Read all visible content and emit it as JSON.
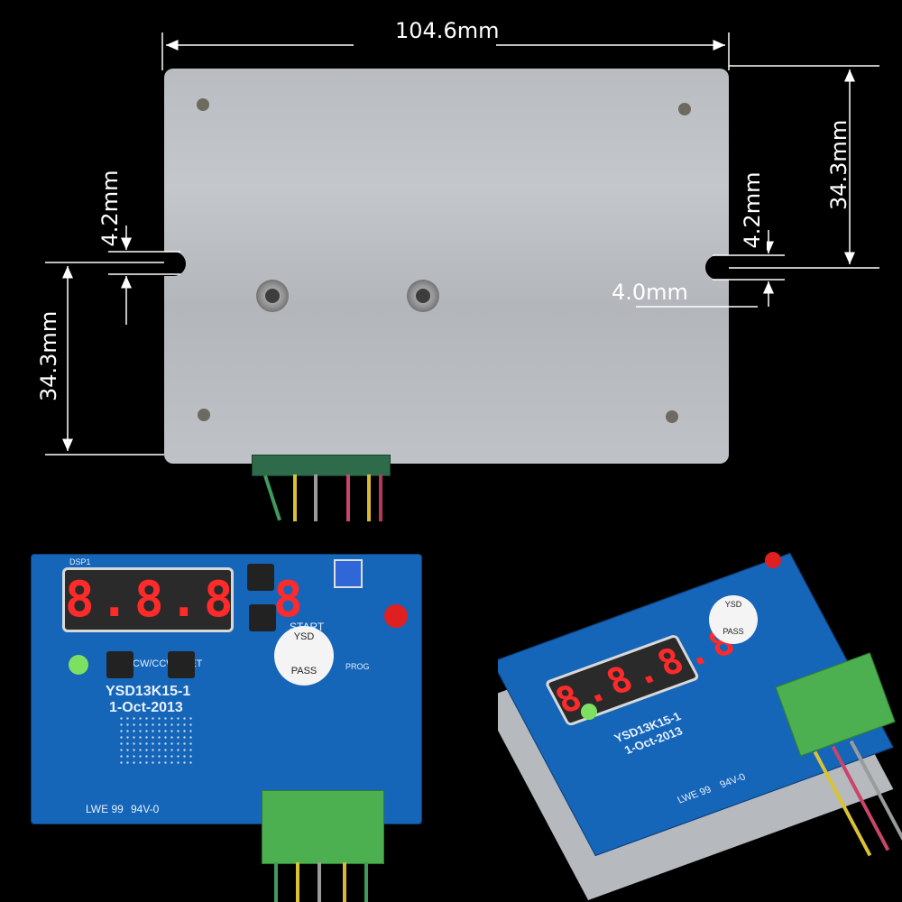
{
  "dimensions": {
    "width": "104.6mm",
    "height_right": "34.3mm",
    "height_left": "34.3mm",
    "slot_left": "4.2mm",
    "slot_right": "4.2mm",
    "slot_depth": "4.0mm"
  },
  "board_front": {
    "model": "YSD13K15-1",
    "date": "1-Oct-2013",
    "sticker_top": "YSD",
    "sticker_bottom": "PASS",
    "mark_a": "LWE 99",
    "mark_b": "94V-0",
    "label_dsp": "DSP1",
    "label_start": "START",
    "label_cw": "CW/CCW",
    "label_set": "SET",
    "label_prog": "PROG"
  },
  "board_angle": {
    "model": "YSD13K15-1",
    "date": "1-Oct-2013",
    "sticker_top": "YSD",
    "sticker_bottom": "PASS",
    "mark_a": "LWE 99",
    "mark_b": "94V-0"
  },
  "colors": {
    "background": "#000000",
    "plate": "#bfc2c6",
    "pcb": "#1565b8",
    "terminal": "#4caf50",
    "display": "#ff2a2a"
  }
}
